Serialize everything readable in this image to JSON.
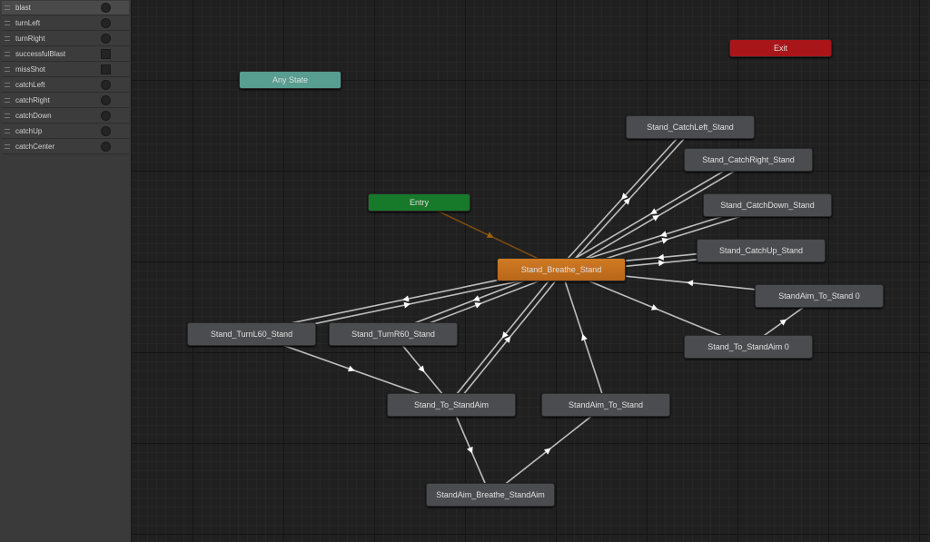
{
  "parameters": [
    {
      "name": "blast",
      "type": "trigger"
    },
    {
      "name": "turnLeft",
      "type": "trigger"
    },
    {
      "name": "turnRight",
      "type": "trigger"
    },
    {
      "name": "successfulBlast",
      "type": "bool"
    },
    {
      "name": "missShot",
      "type": "bool"
    },
    {
      "name": "catchLeft",
      "type": "trigger"
    },
    {
      "name": "catchRight",
      "type": "trigger"
    },
    {
      "name": "catchDown",
      "type": "trigger"
    },
    {
      "name": "catchUp",
      "type": "trigger"
    },
    {
      "name": "catchCenter",
      "type": "trigger"
    }
  ],
  "states": {
    "any": "Any State",
    "exit": "Exit",
    "entry": "Entry",
    "catchLeft": "Stand_CatchLeft_Stand",
    "catchRight": "Stand_CatchRight_Stand",
    "catchDown": "Stand_CatchDown_Stand",
    "catchUp": "Stand_CatchUp_Stand",
    "breathe": "Stand_Breathe_Stand",
    "aimToStand0": "StandAim_To_Stand 0",
    "toAim0": "Stand_To_StandAim 0",
    "turnL": "Stand_TurnL60_Stand",
    "turnR": "Stand_TurnR60_Stand",
    "toAim": "Stand_To_StandAim",
    "aimToStand": "StandAim_To_Stand",
    "aimBreathe": "StandAim_Breathe_StandAim"
  },
  "colors": {
    "default": "#4b4c4f",
    "any": "#4e9a8c",
    "exit": "#a8161a",
    "entry": "#17792a",
    "defaultState": "#c9731d"
  }
}
